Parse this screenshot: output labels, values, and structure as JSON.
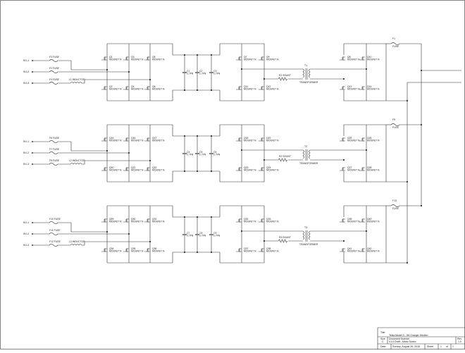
{
  "title_block": {
    "title_label": "Title",
    "title": "Tesla Model 3 - 3H Charger Section",
    "size_label": "Size",
    "size": "C",
    "docnum_label": "Document Number",
    "docnum": "V1.0 Draft - Mario Szabo",
    "rev_label": "Rev",
    "rev": "1.0",
    "date_label": "Date:",
    "date": "Sunday, August 26, 2018",
    "sheet_label": "Sheet",
    "sheet": "1",
    "of_label": "of",
    "sheets": "1"
  },
  "rows": [
    {
      "inputs": [
        "IN L1",
        "IN L2",
        "IN L3"
      ],
      "fuses": [
        "F3 FUSE",
        "F2 FUSE",
        "F4 FUSE"
      ],
      "inductor": "L1 INDUCTOR",
      "bridge1_top": [
        "Q1",
        "Q3",
        "Q5"
      ],
      "bridge1_bot": [
        "Q2",
        "Q4",
        "Q6"
      ],
      "mosfet": "MOSFET N",
      "caps": [
        [
          "C1",
          "2.7FN"
        ],
        [
          "C2",
          "2.7FN"
        ],
        [
          "C3",
          "2.7FN"
        ]
      ],
      "bridge2_top": [
        "Q7",
        "Q9"
      ],
      "bridge2_bot": [
        "Q11",
        "Q12"
      ],
      "shunt": "R1 SHUNT",
      "transformer_ref": "T1",
      "transformer": "TRANSFORMER",
      "bridge3_top": [
        "Q8",
        "Q10"
      ],
      "bridge3_bot": [
        "Q13",
        "Q14"
      ],
      "out_fuse_ref": "F1",
      "out_fuse": "FUSE"
    },
    {
      "inputs": [
        "IN L1",
        "IN L2",
        "IN L3"
      ],
      "fuses": [
        "F6 FUSE",
        "F7 FUSE",
        "F8 FUSE"
      ],
      "inductor": "L2 INDUCTOR",
      "bridge1_top": [
        "Q15",
        "Q16",
        "Q17"
      ],
      "bridge1_bot": [
        "Q20",
        "Q21",
        "Q22"
      ],
      "mosfet": "MOSFET N",
      "caps": [
        [
          "C4",
          "2.7FN"
        ],
        [
          "C5",
          "2.7FN"
        ],
        [
          "C6",
          "2.7FN"
        ]
      ],
      "bridge2_top": [
        "Q18",
        "Q19"
      ],
      "bridge2_bot": [
        "Q23",
        "Q24"
      ],
      "shunt": "R2 SHUNT",
      "transformer_ref": "T2",
      "transformer": "TRANSFORMER",
      "bridge3_top": [
        "Q25",
        "Q26"
      ],
      "bridge3_bot": [
        "Q27",
        "Q28"
      ],
      "out_fuse_ref": "F9",
      "out_fuse": "FUSE"
    },
    {
      "inputs": [
        "IN L1",
        "IN L2",
        "IN L3"
      ],
      "fuses": [
        "F10 FUSE",
        "F11 FUSE",
        "F12 FUSE"
      ],
      "inductor": "L3 INDUCTOR",
      "bridge1_top": [
        "Q29",
        "Q30",
        "Q31"
      ],
      "bridge1_bot": [
        "Q34",
        "Q35",
        "Q36"
      ],
      "mosfet": "MOSFET N",
      "caps": [
        [
          "C7",
          "2.7FN"
        ],
        [
          "C8",
          "2.7FN"
        ],
        [
          "C9",
          "2.7FN"
        ]
      ],
      "bridge2_top": [
        "Q32",
        "Q33"
      ],
      "bridge2_bot": [
        "Q37",
        "Q38"
      ],
      "shunt": "R3 SHUNT",
      "transformer_ref": "T3",
      "transformer": "TRANSFORMER",
      "bridge3_top": [
        "Q39",
        "Q40"
      ],
      "bridge3_bot": [
        "Q41",
        "Q42"
      ],
      "out_fuse_ref": "F13",
      "out_fuse": "FUSE"
    }
  ]
}
